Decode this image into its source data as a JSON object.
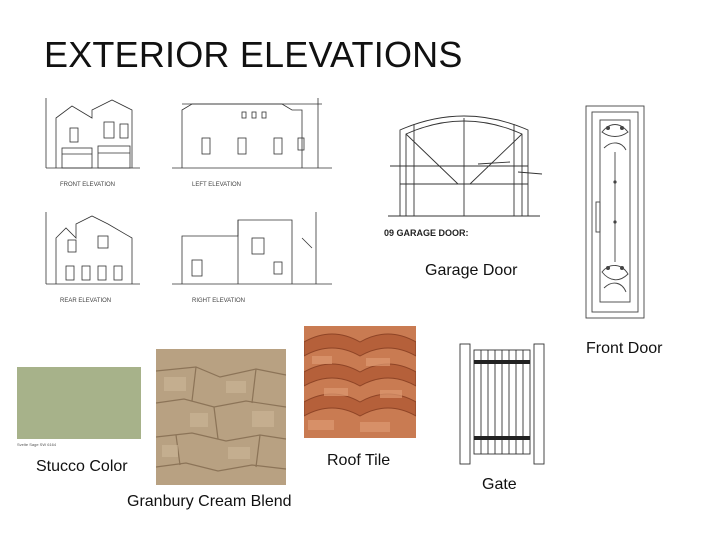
{
  "slide": {
    "title": "EXTERIOR ELEVATIONS"
  },
  "drawings": {
    "front_elevation": "FRONT ELEVATION",
    "left_elevation": "LEFT ELEVATION",
    "rear_elevation": "REAR ELEVATION",
    "right_elevation": "RIGHT ELEVATION",
    "garage_door_label": "09 GARAGE DOOR:",
    "paint_label": "Svelte Sage SW 6164"
  },
  "captions": {
    "garage_door": "Garage Door",
    "front_door": "Front Door",
    "stucco_color": "Stucco Color",
    "roof_tile": "Roof Tile",
    "gate": "Gate",
    "stone": "Granbury Cream Blend"
  },
  "colors": {
    "stucco": "#a7b28a",
    "stone": "#b8a182",
    "roof_tile": "#c2714a"
  }
}
